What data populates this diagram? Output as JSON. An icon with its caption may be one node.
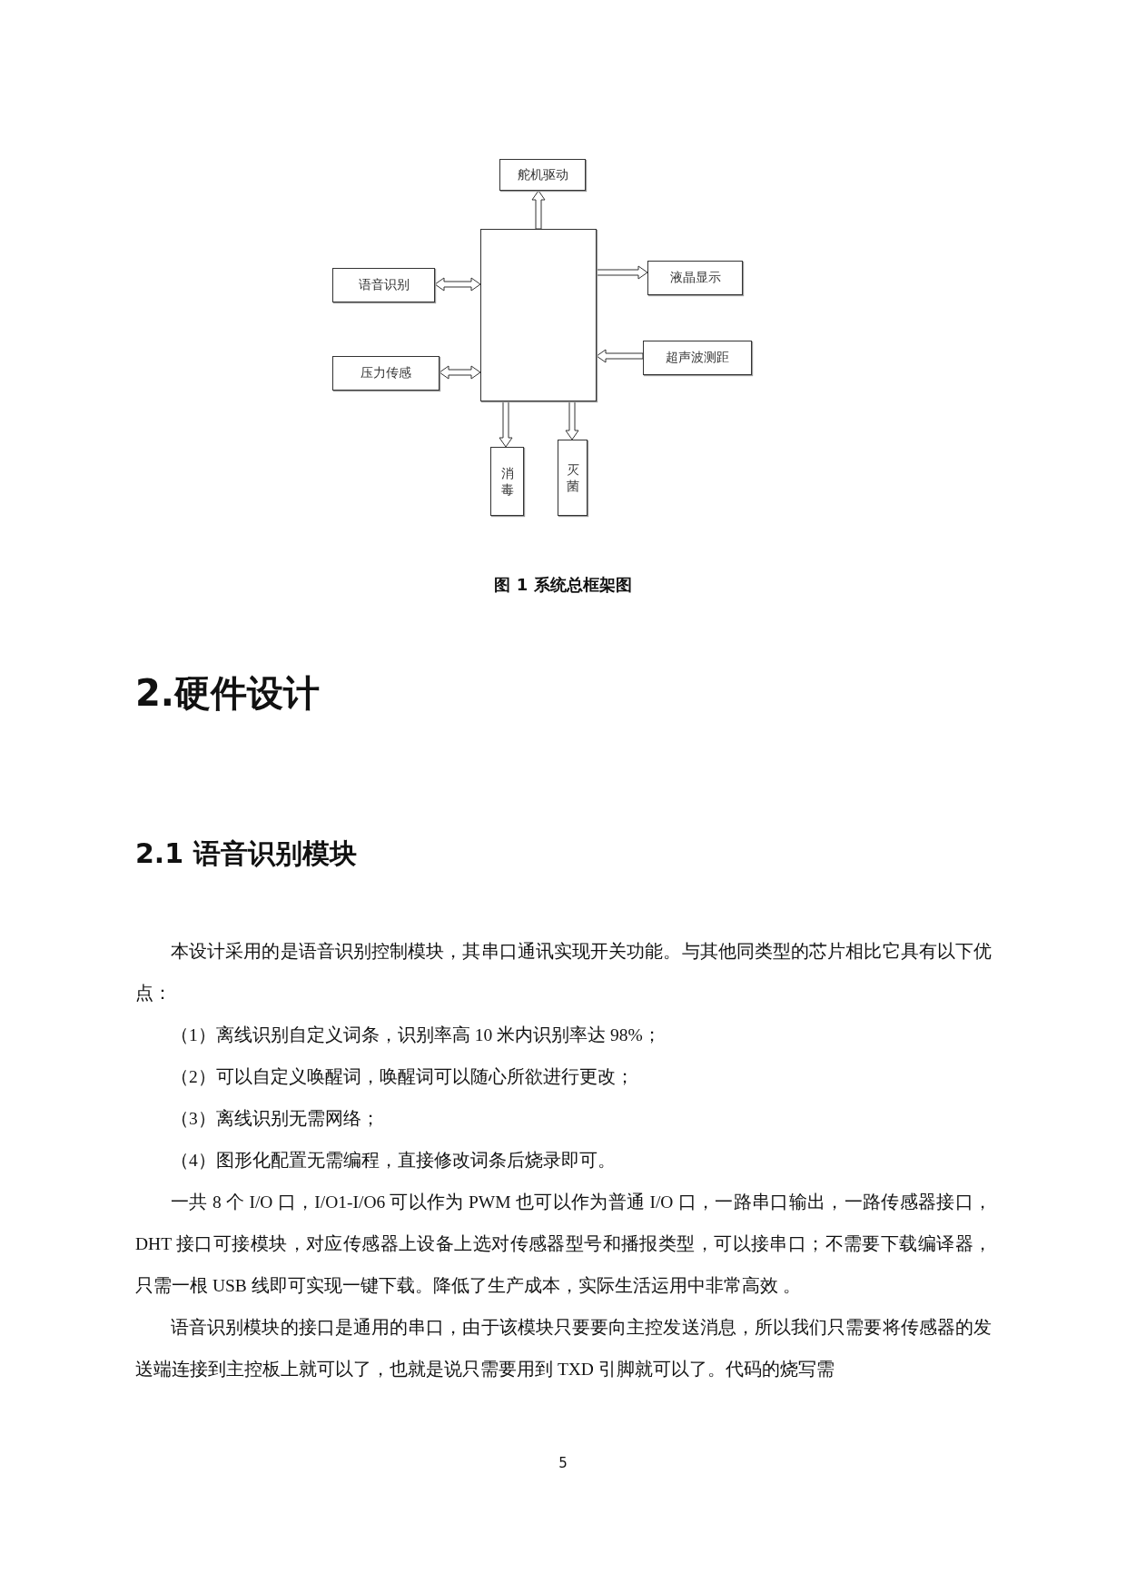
{
  "diagram": {
    "caption": "图 1 系统总框架图",
    "nodes": [
      {
        "text": [
          "舵机驱动"
        ]
      },
      {
        "text": [],
        "shape": "box"
      },
      {
        "text": [
          "语音识别"
        ]
      },
      {
        "text": [
          "压力传感"
        ]
      },
      {
        "text": [
          "液晶显示"
        ]
      },
      {
        "text": [
          "超声波测距"
        ]
      },
      {
        "text": [
          "消毒"
        ]
      },
      {
        "text": [
          "灭菌"
        ]
      }
    ],
    "edges": [
      {
        "from": 1,
        "to": 0,
        "arrow": "to"
      },
      {
        "from": 2,
        "to": 1,
        "arrow": "both"
      },
      {
        "from": 3,
        "to": 1,
        "arrow": "both"
      },
      {
        "from": 1,
        "to": 4,
        "arrow": "to"
      },
      {
        "from": 5,
        "to": 1,
        "arrow": "to"
      },
      {
        "from": 1,
        "to": 6,
        "arrow": "to"
      },
      {
        "from": 1,
        "to": 7,
        "arrow": "to"
      }
    ],
    "labels": [
      "2.硬件设计",
      "2.1 语音识别模块",
      "本设计采用的是语音识别控制模块，其串口通讯实现开关功能。与其他同类型的芯片相比它具有以下优点：",
      "（1）离线识别自定义词条，识别率高 10 米内识别率达 98%；",
      "（2）可以自定义唤醒词，唤醒词可以随心所欲进行更改；",
      "（3）离线识别无需网络；",
      "（4）图形化配置无需编程，直接修改词条后烧录即可。",
      "一共 8 个 I/O 口，I/O1-I/O6 可以作为 PWM 也可以作为普通 I/O 口，一路串口输出，一路传感器接口，DHT 接口可接模块，对应传感器上设备上选对传感器型号和播报类型，可以接串口；不需要下载编译器，只需一根 USB 线即可实现一键下载。降低了生产成本，实际生活运用中非常高效 。",
      "语音识别模块的接口是通用的串口，由于该模块只要要向主控发送消息，所以我们只需要将传感器的发送端连接到主控板上就可以了，也就是说只需要用到 TXD 引脚就可以了。代码的烧写需",
      "5"
    ]
  }
}
